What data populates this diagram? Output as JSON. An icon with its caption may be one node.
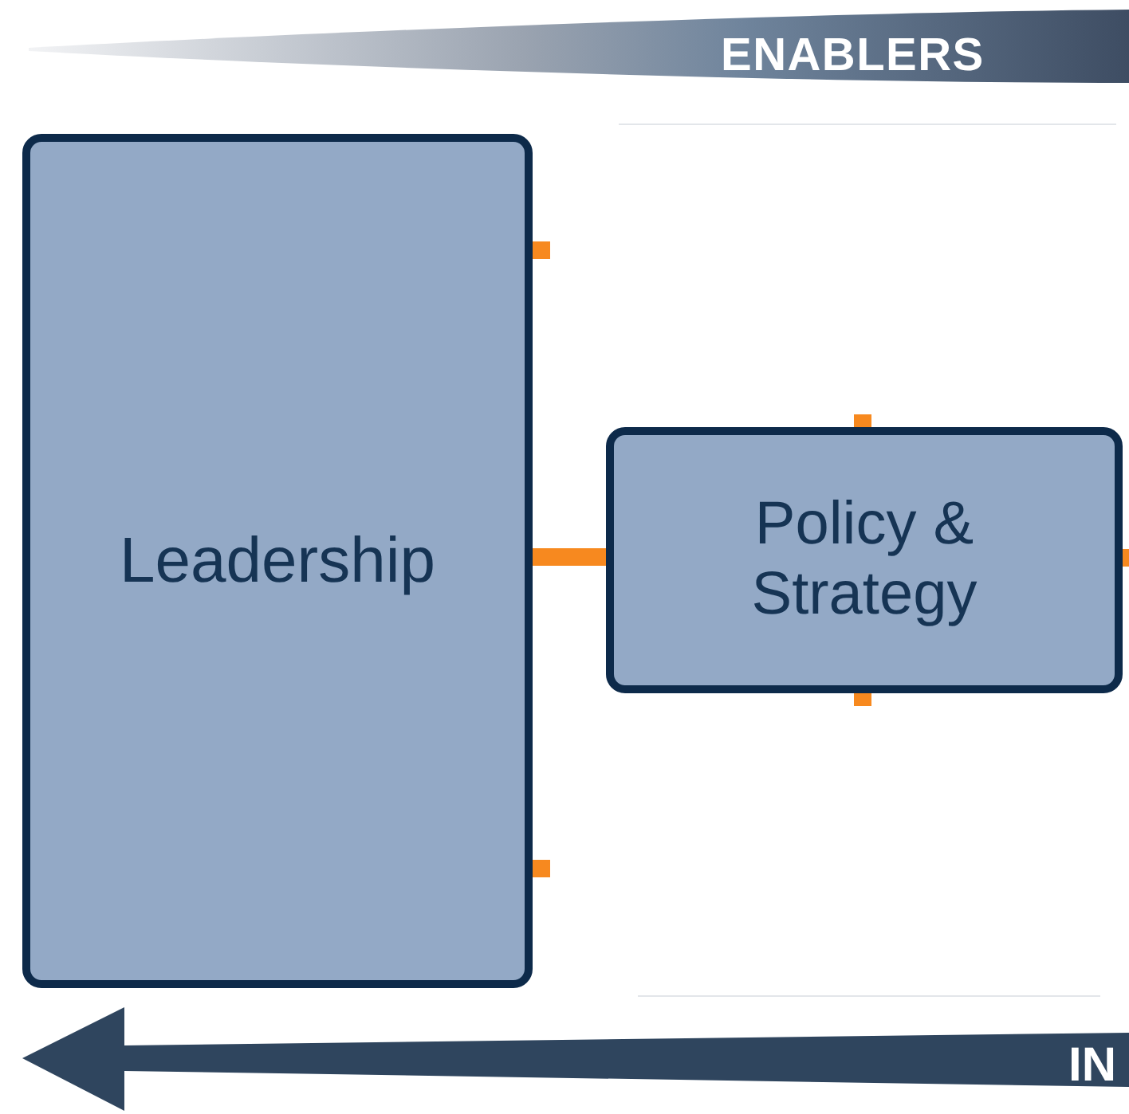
{
  "diagram": {
    "nodes": [
      {
        "text": [
          "Leadership"
        ]
      },
      {
        "text": [
          "Policy & Strategy"
        ]
      }
    ],
    "edges": [
      {
        "from": 0,
        "to": 1,
        "arrow": "none"
      },
      {
        "from": 0,
        "to": null,
        "arrow": "none"
      },
      {
        "from": 0,
        "to": null,
        "arrow": "none"
      },
      {
        "from": 1,
        "to": null,
        "arrow": "none"
      },
      {
        "from": 1,
        "to": null,
        "arrow": "none"
      },
      {
        "from": 1,
        "to": null,
        "arrow": "none"
      }
    ],
    "labels": [
      "ENABLERS",
      "IN"
    ]
  }
}
